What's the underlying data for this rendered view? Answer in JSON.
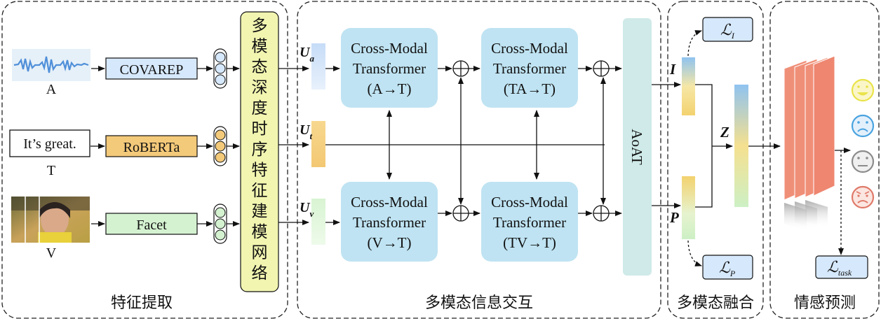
{
  "sections": {
    "feature_extraction": "特征提取",
    "interaction": "多模态信息交互",
    "fusion": "多模态融合",
    "prediction": "情感预测"
  },
  "inputs": {
    "audio_label": "A",
    "text_sample": "It’s great.",
    "text_label": "T",
    "video_label": "V"
  },
  "extractors": {
    "audio": "COVAREP",
    "text": "RoBERTa",
    "video": "Facet"
  },
  "temporal_module": [
    "多",
    "模",
    "态",
    "深",
    "度",
    "时",
    "序",
    "特",
    "征",
    "建",
    "模",
    "网",
    "络"
  ],
  "features": {
    "ua": "U",
    "ua_sub": "a",
    "ut": "U",
    "ut_sub": "t",
    "uv": "U",
    "uv_sub": "v"
  },
  "transformers": {
    "line1": "Cross-Modal",
    "line2": "Transformer",
    "at": "(A→T)",
    "tat": "(TA→T)",
    "vt": "(V→T)",
    "tvt": "(TV→T)"
  },
  "aoat": "AoAT",
  "fusion_labels": {
    "i": "I",
    "p": "P",
    "z": "Z"
  },
  "losses": {
    "li": "ℒ",
    "li_sub": "I",
    "lp": "ℒ",
    "lp_sub": "P",
    "ltask": "ℒ",
    "ltask_sub": "task"
  },
  "emotions": [
    "happy-face-icon",
    "sad-face-icon",
    "neutral-face-icon",
    "angry-face-icon"
  ],
  "colors": {
    "transformer": "#bfe3f2",
    "aoat": "#cfeae8",
    "temporal": "#f2f5b0",
    "covarep": "#d6e8fb",
    "roberta": "#f3c97a",
    "facet": "#d4f2d0",
    "bars": "#f08f78",
    "emo_happy": "#e9e34a",
    "emo_sad": "#4aa3e0",
    "emo_neutral": "#8c8c8c",
    "emo_angry": "#e07a6a"
  }
}
